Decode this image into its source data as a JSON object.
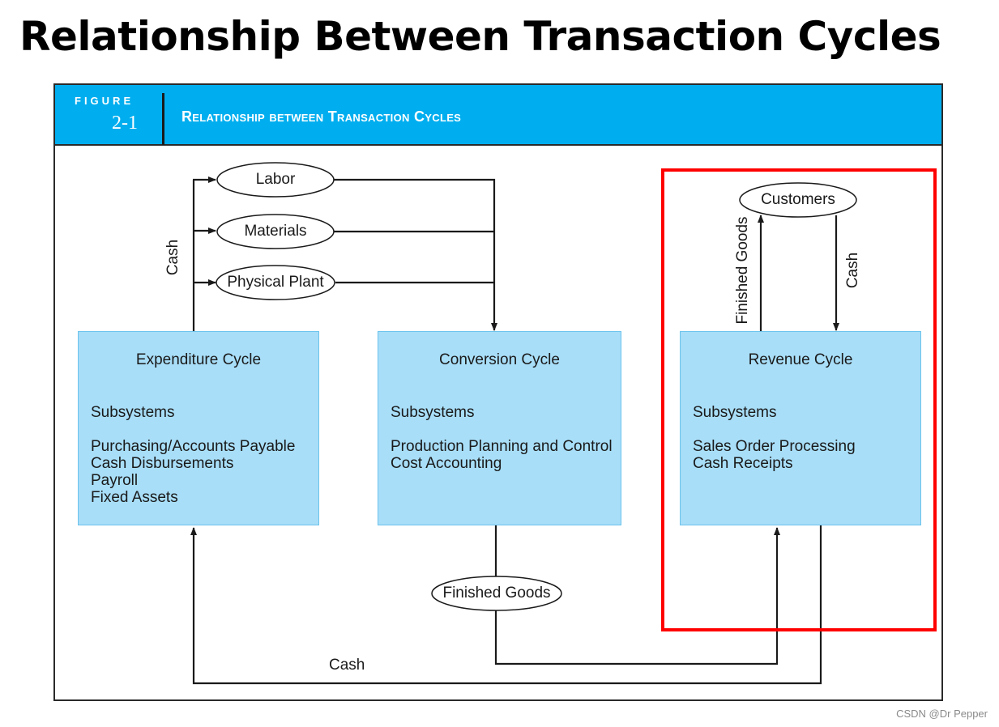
{
  "slide": {
    "title": "Relationship Between Transaction Cycles"
  },
  "figure": {
    "label": "FIGURE",
    "number": "2-1",
    "caption": "Relationship between Transaction Cycles"
  },
  "diagram": {
    "cycles": {
      "expenditure": {
        "title": "Expenditure Cycle",
        "subsystems_label": "Subsystems",
        "subsystems": [
          "Purchasing/Accounts Payable",
          "Cash Disbursements",
          "Payroll",
          "Fixed Assets"
        ]
      },
      "conversion": {
        "title": "Conversion Cycle",
        "subsystems_label": "Subsystems",
        "subsystems": [
          "Production Planning and Control",
          "Cost Accounting"
        ]
      },
      "revenue": {
        "title": "Revenue Cycle",
        "subsystems_label": "Subsystems",
        "subsystems": [
          "Sales Order Processing",
          "Cash Receipts"
        ]
      }
    },
    "resources": {
      "labor": "Labor",
      "materials": "Materials",
      "physical_plant": "Physical Plant",
      "customers": "Customers",
      "finished_goods": "Finished Goods"
    },
    "flows": {
      "cash_to_resources": "Cash",
      "finished_goods_to_customers": "Finished Goods",
      "cash_from_customers": "Cash",
      "cash_to_expenditure": "Cash"
    }
  },
  "colors": {
    "header_blue": "#00aeef",
    "box_fill": "#a8def8",
    "highlight_red": "#ff0000"
  },
  "watermark": "CSDN @Dr Pepper"
}
